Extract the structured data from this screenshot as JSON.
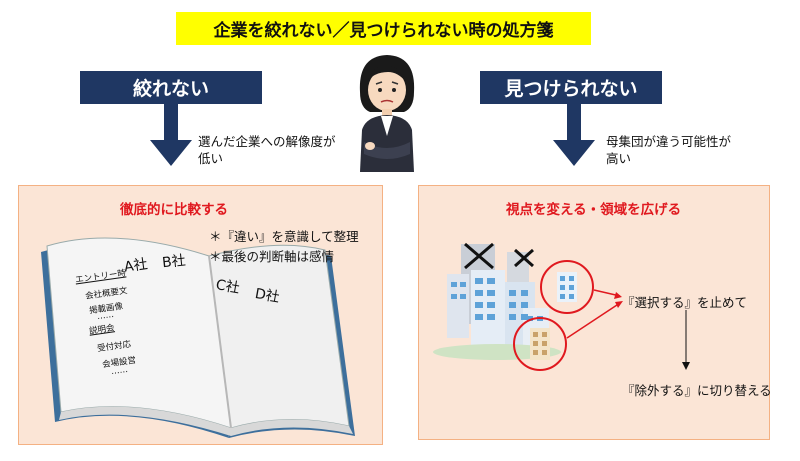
{
  "title": "企業を絞れない／見つけられない時の処方箋",
  "left": {
    "banner": "絞れない",
    "description_line1": "選んだ企業への解像度が",
    "description_line2": "低い",
    "panel_title": "徹底的に比較する",
    "notes": [
      "＊『違い』を意識して整理",
      "＊最後の判断軸は感情"
    ],
    "book": {
      "companies": [
        "A社",
        "B社",
        "C社",
        "D社"
      ],
      "lines": [
        "エントリー時",
        "会社概要文",
        "掲載画像",
        "……",
        "説明会",
        "受付対応",
        "会場設営",
        "……"
      ]
    }
  },
  "right": {
    "banner": "見つけられない",
    "description_line1": "母集団が違う可能性が",
    "description_line2": "高い",
    "panel_title": "視点を変える・領域を広げる",
    "step1": "『選択する』を止めて",
    "step2": "『除外する』に切り替える"
  },
  "colors": {
    "banner": "#1f3763",
    "title_bg": "#ffff00",
    "panel_bg": "#fbe5d6",
    "accent": "#e0191f"
  }
}
